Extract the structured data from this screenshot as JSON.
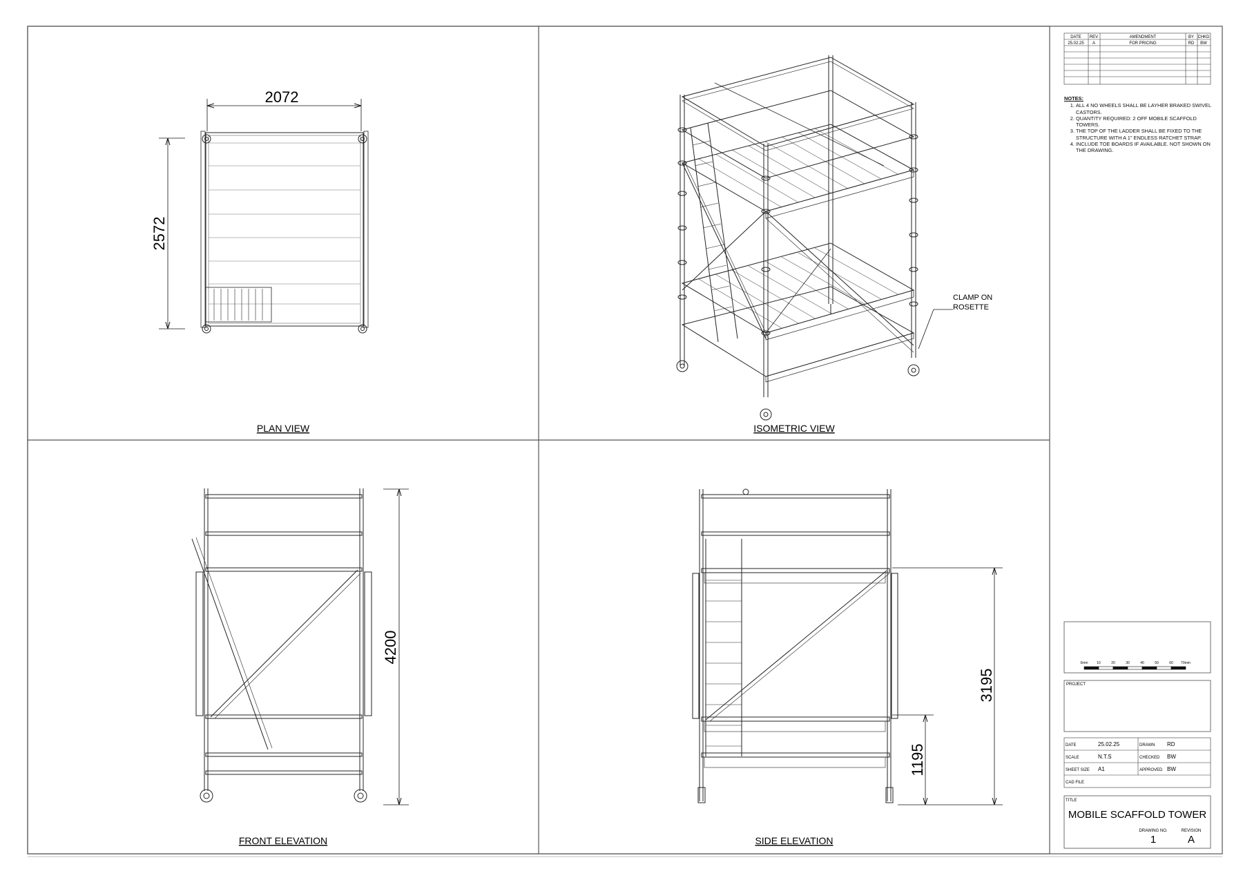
{
  "views": {
    "plan": "PLAN VIEW",
    "isometric": "ISOMETRIC VIEW",
    "front": "FRONT ELEVATION",
    "side": "SIDE ELEVATION"
  },
  "dimensions": {
    "plan_width": "2072",
    "plan_depth": "2572",
    "front_height": "4200",
    "side_upper": "3195",
    "side_lower": "1195"
  },
  "callout": {
    "line1": "CLAMP ON",
    "line2": "ROSETTE"
  },
  "revision_table": {
    "headers": [
      "DATE",
      "REV",
      "AMENDMENT",
      "BY",
      "CHKD"
    ],
    "rows": [
      [
        "25.02.25",
        "A",
        "FOR PRICING",
        "RD",
        "BW"
      ]
    ]
  },
  "notes": {
    "title": "NOTES:",
    "items": [
      "ALL 4 NO WHEELS SHALL BE LAYHER BRAKED SWIVEL CASTORS.",
      "QUANTITY REQUIRED: 2 OFF MOBILE SCAFFOLD TOWERS.",
      "THE TOP OF THE LADDER SHALL BE FIXED TO THE STRUCTURE WITH A 1\" ENDLESS RATCHET STRAP.",
      "INCLUDE TOE BOARDS IF AVAILABLE. NOT SHOWN ON THE DRAWING."
    ]
  },
  "scale_bar": {
    "ticks": [
      "0mm",
      "10",
      "20",
      "30",
      "40",
      "50",
      "60",
      "70mm"
    ]
  },
  "project_label": "PROJECT",
  "info": {
    "date_label": "DATE",
    "date": "25.02.25",
    "drawn_label": "DRAWN",
    "drawn": "RD",
    "scale_label": "SCALE",
    "scale": "N.T.S",
    "checked_label": "CHECKED",
    "checked": "BW",
    "size_label": "SHEET SIZE",
    "size": "A1",
    "approved_label": "APPROVED",
    "approved": "BW",
    "cad_label": "CAD FILE"
  },
  "title_block": {
    "title_label": "TITLE",
    "title": "MOBILE SCAFFOLD TOWER",
    "drawing_no_label": "DRAWING NO.",
    "drawing_no": "1",
    "revision_label": "REVISION",
    "revision": "A"
  }
}
